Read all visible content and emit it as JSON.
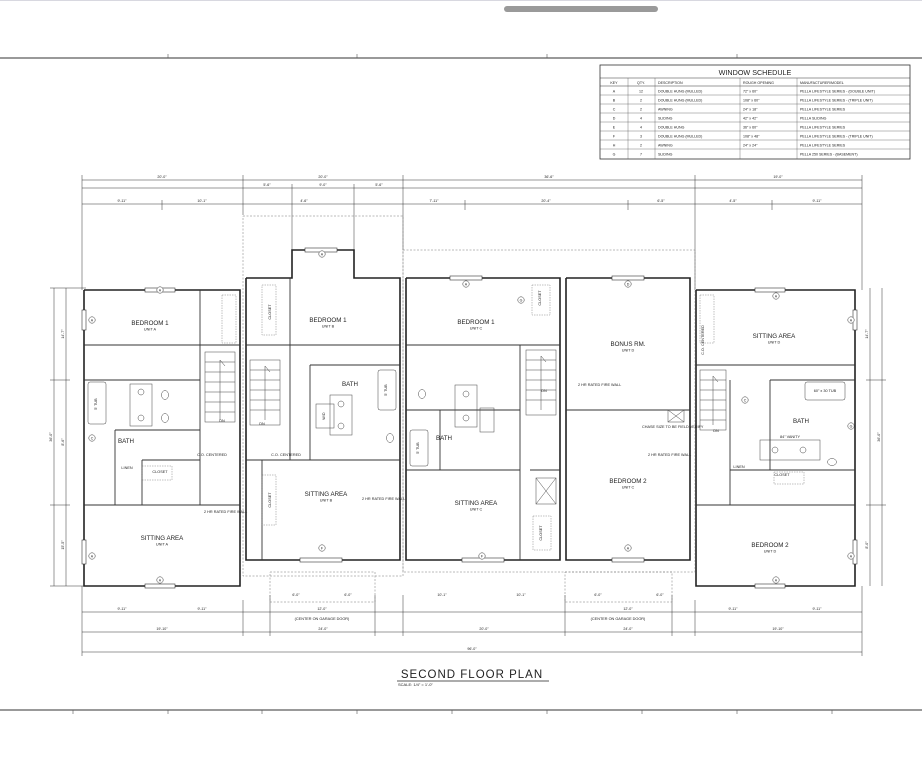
{
  "title": "SECOND FLOOR PLAN",
  "scale": "SCALE: 1/4\" = 1'-0\"",
  "window_schedule": {
    "title": "WINDOW SCHEDULE",
    "headers": [
      "KEY",
      "QTY.",
      "DESCRIPTION",
      "ROUGH OPENING",
      "MANUFACTURER/MODEL"
    ],
    "rows": [
      [
        "A",
        "12",
        "DOUBLE HUNG (MULLED)",
        "72\" x 60\"",
        "PELLA LIFESTYLE SERIES - (DOUBLE UNIT)"
      ],
      [
        "B",
        "2",
        "DOUBLE HUNG (MULLED)",
        "108\" x 60\"",
        "PELLA LIFESTYLE SERIES - (TRIPLE UNIT)"
      ],
      [
        "C",
        "2",
        "AWNING",
        "24\" x 18\"",
        "PELLA LIFESTYLE SERIES"
      ],
      [
        "D",
        "4",
        "SLIDING",
        "42\" x 42\"",
        "PELLA SLIDING"
      ],
      [
        "E",
        "4",
        "DOUBLE HUNG",
        "36\" x 60\"",
        "PELLA LIFESTYLE SERIES"
      ],
      [
        "F",
        "3",
        "DOUBLE HUNG (MULLED)",
        "108\" x 48\"",
        "PELLA LIFESTYLE SERIES - (TRIPLE UNIT)"
      ],
      [
        "H",
        "2",
        "AWNING",
        "24\" x 24\"",
        "PELLA LIFESTYLE SERIES"
      ],
      [
        "G",
        "7",
        "SLIDING",
        "",
        "PELLA 250 SERIES - (BASEMENT)"
      ]
    ]
  },
  "rooms": [
    {
      "name": "BEDROOM 1",
      "unit": "UNIT A"
    },
    {
      "name": "BATH",
      "unit": ""
    },
    {
      "name": "SITTING AREA",
      "unit": "UNIT A"
    },
    {
      "name": "BEDROOM 1",
      "unit": "UNIT B"
    },
    {
      "name": "BATH",
      "unit": ""
    },
    {
      "name": "SITTING AREA",
      "unit": "UNIT B"
    },
    {
      "name": "BEDROOM 1",
      "unit": "UNIT C"
    },
    {
      "name": "BATH",
      "unit": ""
    },
    {
      "name": "SITTING AREA",
      "unit": "UNIT C"
    },
    {
      "name": "BONUS RM.",
      "unit": "UNIT D"
    },
    {
      "name": "BEDROOM 2",
      "unit": "UNIT C"
    },
    {
      "name": "SITTING AREA",
      "unit": "UNIT D"
    },
    {
      "name": "BATH",
      "unit": ""
    },
    {
      "name": "BEDROOM 2",
      "unit": "UNIT D"
    }
  ],
  "notes": {
    "fire_wall": "2 HR RATED FIRE WALL",
    "closet": "CLOSET",
    "linen": "LINEN",
    "dn": "DN",
    "vanity": "84\" VANITY",
    "tub": "60\" x 30 TUB",
    "chase": "CHASE SIZE TO BE FIELD VERIFY",
    "garage_center": "(CENTER ON GARAGE DOOR)",
    "cl_centered": "C.O. CENTERED",
    "tub_short": "5' TUB",
    "wd": "W/D"
  },
  "window_keys": [
    "A",
    "B",
    "C",
    "D",
    "E",
    "F",
    "H",
    "G"
  ],
  "dimensions": {
    "top_overall": [
      "20'-0\"",
      "20'-0\"",
      "36'-6\"",
      "19'-0\""
    ],
    "top_sub": [
      "5'-6\"",
      "9'-0\"",
      "5'-6\""
    ],
    "top_row2": [
      "9'-11\"",
      "10'-1\"",
      "4'-6\"",
      "7'-11\"",
      "20'-4\"",
      "6'-5\"",
      "4'-5\"",
      "9'-11\""
    ],
    "bottom_row1": [
      "9'-11\"",
      "9'-11\"",
      "6'-0\"",
      "12'-0\"",
      "6'-0\"",
      "10'-1\"",
      "10'-1\"",
      "6'-0\"",
      "12'-0\"",
      "6'-0\"",
      "9'-11\"",
      "9'-11\""
    ],
    "bottom_row2": [
      "19'-10\"",
      "24'-0\"",
      "20'-0\"",
      "24'-0\"",
      "19'-10\""
    ],
    "bottom_overall": "96'-0\"",
    "side": [
      "36'-0\"",
      "14'-7\"",
      "8'-6\"",
      "15'-5\"",
      "8'-0\""
    ]
  }
}
